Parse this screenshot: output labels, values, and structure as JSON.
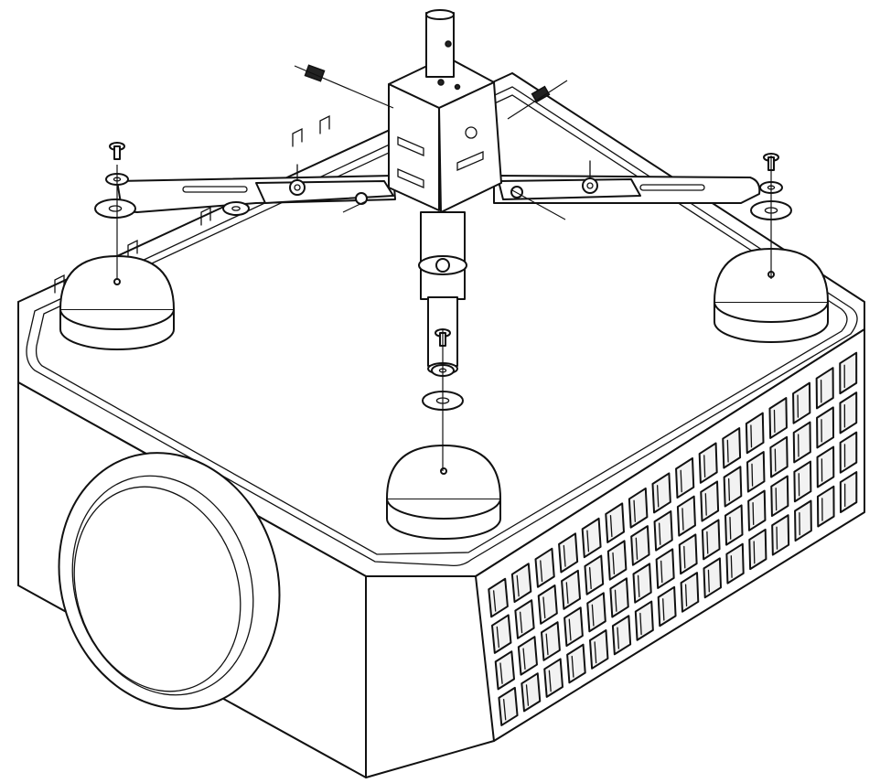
{
  "diagram": {
    "subject": "projector-ceiling-mount-assembly",
    "parts": [
      {
        "id": "projector-body",
        "icon": "projector-shape"
      },
      {
        "id": "projection-lens",
        "icon": "lens-circle"
      },
      {
        "id": "vent-grille",
        "icon": "grille-grid"
      },
      {
        "id": "mount-spider-bracket",
        "icon": "cross-bracket"
      },
      {
        "id": "center-mount-block",
        "icon": "cube-block"
      },
      {
        "id": "extension-pole",
        "icon": "pole"
      },
      {
        "id": "mounting-feet",
        "count": 3,
        "icon": "dome-foot"
      },
      {
        "id": "screws",
        "count": 5,
        "icon": "screw"
      },
      {
        "id": "washers",
        "count": 6,
        "icon": "washer"
      }
    ],
    "colors": {
      "line": "#111111",
      "background": "#ffffff"
    }
  }
}
